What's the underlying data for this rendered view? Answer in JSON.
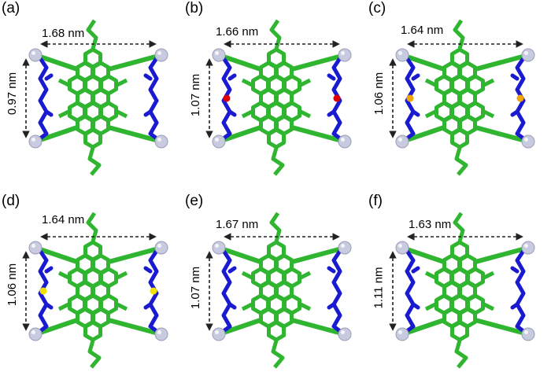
{
  "panels": [
    {
      "label": "(a)",
      "horizontal_distance": "1.68 nm",
      "vertical_distance": "0.97 nm",
      "linker_marker_color": "none"
    },
    {
      "label": "(b)",
      "horizontal_distance": "1.66 nm",
      "vertical_distance": "1.07 nm",
      "linker_marker_color": "#e00000"
    },
    {
      "label": "(c)",
      "horizontal_distance": "1.64 nm",
      "vertical_distance": "1.06 nm",
      "linker_marker_color": "#f2a400"
    },
    {
      "label": "(d)",
      "horizontal_distance": "1.64 nm",
      "vertical_distance": "1.06 nm",
      "linker_marker_color": "#f2e200"
    },
    {
      "label": "(e)",
      "horizontal_distance": "1.67 nm",
      "vertical_distance": "1.07 nm",
      "linker_marker_color": "none"
    },
    {
      "label": "(f)",
      "horizontal_distance": "1.63 nm",
      "vertical_distance": "1.11 nm",
      "linker_marker_color": "none"
    }
  ],
  "colors": {
    "core": "#2fb52f",
    "linker": "#1a1ad0",
    "metal_node": "#c8cbe0",
    "arrow": "#222222"
  }
}
